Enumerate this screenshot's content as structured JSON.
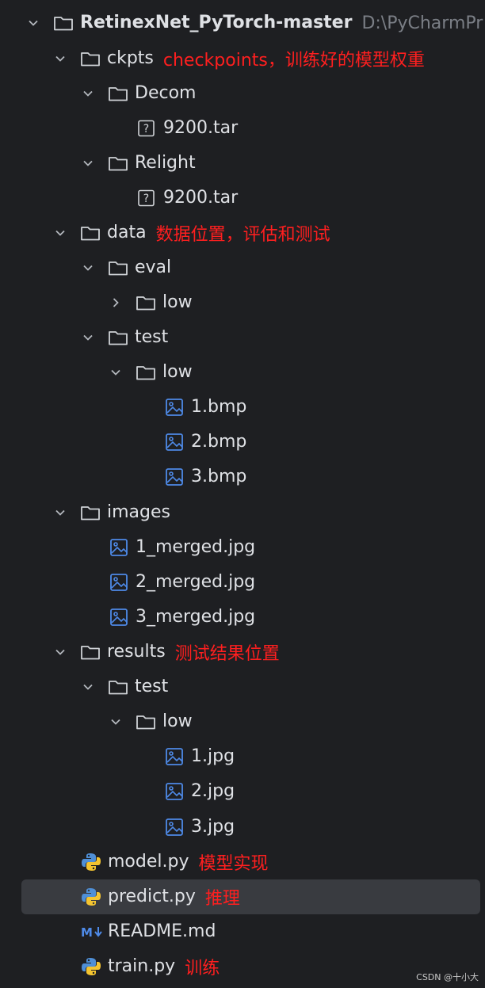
{
  "colors": {
    "background": "#1e1f22",
    "text": "#dfe1e5",
    "muted": "#7a7e85",
    "annotation": "#ff1f1f",
    "image_icon": "#4e8ae8",
    "selection": "#393b40"
  },
  "tree": {
    "root": {
      "label": "RetinexNet_PyTorch-master",
      "path": "D:\\PyCharmPr"
    },
    "ckpts": {
      "label": "ckpts",
      "note": "checkpoints，训练好的模型权重"
    },
    "decom": {
      "label": "Decom"
    },
    "decom_file": {
      "label": "9200.tar"
    },
    "relight": {
      "label": "Relight"
    },
    "relight_file": {
      "label": "9200.tar"
    },
    "data": {
      "label": "data",
      "note": "数据位置，评估和测试"
    },
    "eval": {
      "label": "eval"
    },
    "eval_low": {
      "label": "low"
    },
    "test": {
      "label": "test"
    },
    "test_low": {
      "label": "low"
    },
    "test_1": {
      "label": "1.bmp"
    },
    "test_2": {
      "label": "2.bmp"
    },
    "test_3": {
      "label": "3.bmp"
    },
    "images": {
      "label": "images"
    },
    "img_1": {
      "label": "1_merged.jpg"
    },
    "img_2": {
      "label": "2_merged.jpg"
    },
    "img_3": {
      "label": "3_merged.jpg"
    },
    "results": {
      "label": "results",
      "note": "测试结果位置"
    },
    "res_test": {
      "label": "test"
    },
    "res_low": {
      "label": "low"
    },
    "res_1": {
      "label": "1.jpg"
    },
    "res_2": {
      "label": "2.jpg"
    },
    "res_3": {
      "label": "3.jpg"
    },
    "model": {
      "label": "model.py",
      "note": "模型实现"
    },
    "predict": {
      "label": "predict.py",
      "note": "推理"
    },
    "readme": {
      "label": "README.md"
    },
    "train": {
      "label": "train.py",
      "note": "训练"
    }
  },
  "icons": {
    "folder": "folder-icon",
    "unknown_file": "unknown-file-icon",
    "image": "image-file-icon",
    "python": "python-file-icon",
    "markdown": "markdown-file-icon",
    "expanded": "chevron-down-icon",
    "collapsed": "chevron-right-icon"
  },
  "watermark": "CSDN @十小大"
}
